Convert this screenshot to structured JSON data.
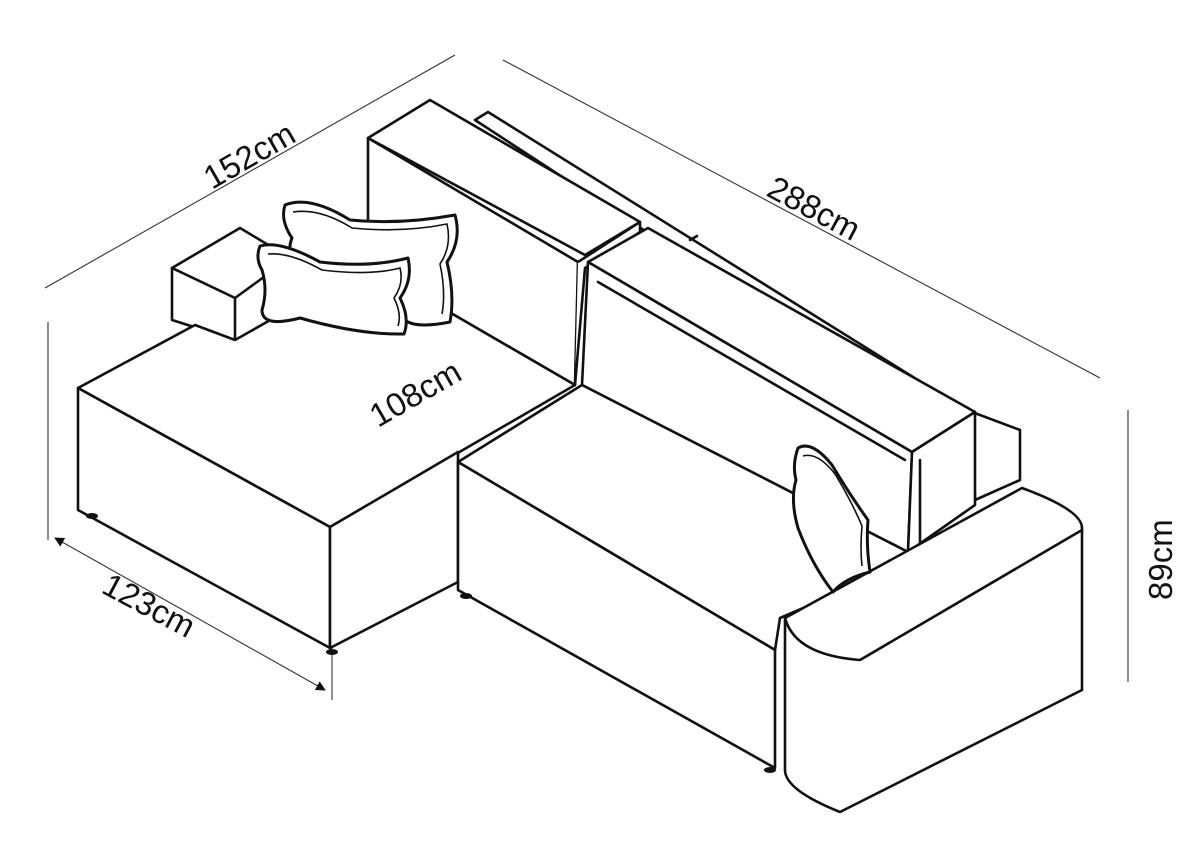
{
  "dimensions": {
    "width_left": "152cm",
    "length_back": "288cm",
    "seat_depth": "108cm",
    "chaise_front": "123cm",
    "height": "89cm"
  }
}
